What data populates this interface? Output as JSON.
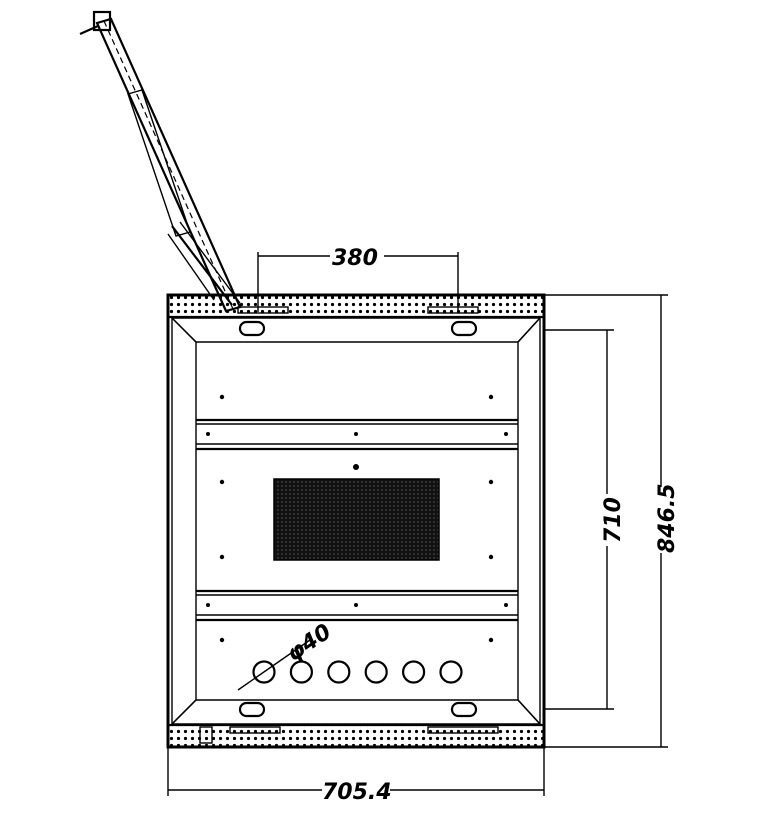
{
  "dimensions": {
    "top_spacing": "380",
    "inner_height": "710",
    "total_height": "846.5",
    "total_width": "705.4",
    "hole_diameter": "φ40"
  },
  "knockout_holes": {
    "count": 6
  },
  "colors": {
    "line": "#000000",
    "background": "#ffffff",
    "mesh": "#111111"
  }
}
